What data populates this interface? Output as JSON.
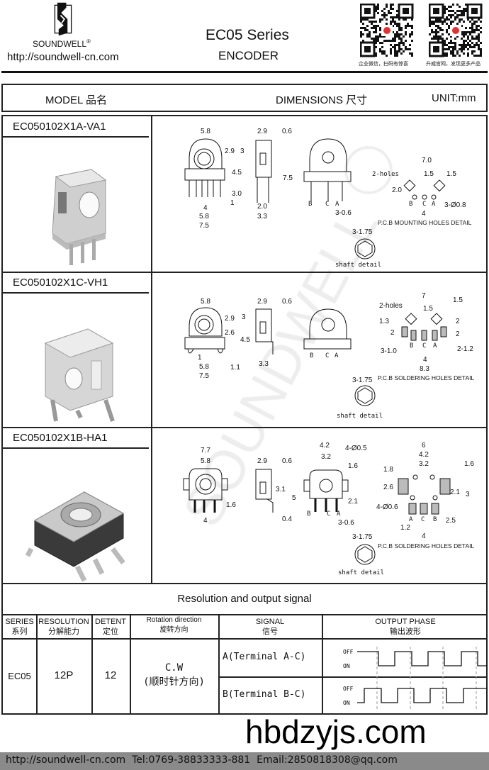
{
  "header": {
    "brand": "SOUNDWELL",
    "registered": "®",
    "website": "http://soundwell-cn.com",
    "series_title": "EC05 Series",
    "product_type": "ENCODER",
    "qr_captions": [
      "企业微信，扫码有惊喜",
      "升威官网，发现更多产品"
    ]
  },
  "column_header": {
    "model": "MODEL 品名",
    "dimensions": "DIMENSIONS 尺寸",
    "unit": "UNIT:mm"
  },
  "models": [
    {
      "name": "EC050102X1A-VA1",
      "dims": [
        "5.8",
        "2.9",
        "3",
        "4.5",
        "3.0",
        "1",
        "4",
        "5.8",
        "7.5",
        "2.9",
        "0.6",
        "7.5",
        "2.0",
        "3.3",
        "B",
        "C",
        "A",
        "3-0.6",
        "7.0",
        "2-holes",
        "1.5",
        "1.5",
        "2.0",
        "B",
        "C",
        "A",
        "3-Ø0.8",
        "4"
      ],
      "pcb_title": "P.C.B MOUNTING HOLES DETAIL",
      "shaft_dim": "3-1.75",
      "shaft_label": "shaft detail"
    },
    {
      "name": "EC050102X1C-VH1",
      "dims": [
        "5.8",
        "2.9",
        "3",
        "2.6",
        "4.5",
        "1",
        "5.8",
        "7.5",
        "1.1",
        "2.9",
        "0.6",
        "3.3",
        "B",
        "C",
        "A",
        "7",
        "2-holes",
        "1.5",
        "1.5",
        "1.3",
        "2",
        "2",
        "2",
        "B",
        "C",
        "A",
        "3-1.0",
        "2-1.2",
        "4",
        "8.3"
      ],
      "pcb_title": "P.C.B SOLDERING HOLES DETAIL",
      "shaft_dim": "3-1.75",
      "shaft_label": "shaft detail"
    },
    {
      "name": "EC050102X1B-HA1",
      "dims": [
        "7.7",
        "5.8",
        "1.6",
        "4",
        "2.9",
        "0.6",
        "3.1",
        "5",
        "0.4",
        "4.2",
        "3.2",
        "4-Ø0.5",
        "1.6",
        "2.1",
        "B",
        "C",
        "A",
        "3-0.6",
        "6",
        "4.2",
        "3.2",
        "1.8",
        "2.6",
        "1.6",
        "2.1",
        "3",
        "4-Ø0.6",
        "A",
        "C",
        "B",
        "2.5",
        "1.2",
        "4"
      ],
      "pcb_title": "P.C.B SOLDERING HOLES DETAIL",
      "shaft_dim": "3-1.75",
      "shaft_label": "shaft detail"
    }
  ],
  "signal_section": {
    "title": "Resolution and output signal",
    "headers": [
      {
        "en": "SERIES",
        "cn": "系列"
      },
      {
        "en": "RESOLUTION",
        "cn": "分解能力"
      },
      {
        "en": "DETENT",
        "cn": "定位"
      },
      {
        "en": "Rotation direction",
        "cn": "旋转方向"
      },
      {
        "en": "SIGNAL",
        "cn": "信号"
      },
      {
        "en": "OUTPUT PHASE",
        "cn": "输出波形"
      }
    ],
    "row": {
      "series": "EC05",
      "resolution": "12P",
      "detent": "12",
      "rotation": "C.W",
      "rotation_cn": "(顺时针方向)",
      "signals": [
        "A(Terminal A-C)",
        "B(Terminal B-C)"
      ],
      "off_label": "OFF",
      "on_label": "ON"
    }
  },
  "watermark": "SOUNDWELL",
  "overlay_watermark": "hbdzyjs.com",
  "footer": {
    "text": "http://soundwell-cn.com  Tel:0769-38833333-881  Email:2850818308@qq.com"
  }
}
